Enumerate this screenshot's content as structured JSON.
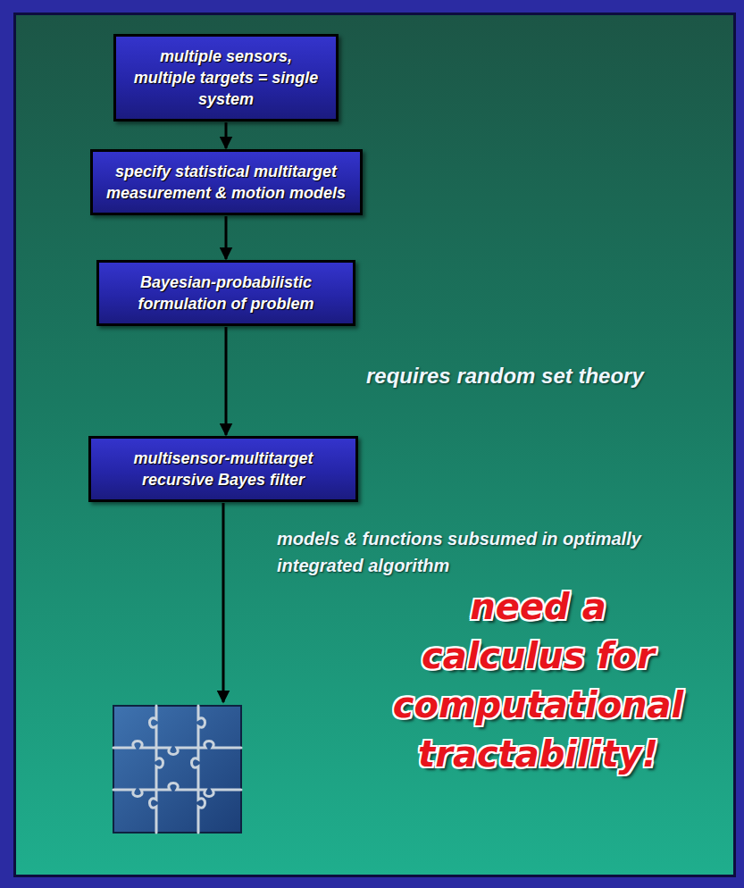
{
  "diagram": {
    "nodes": [
      {
        "text": [
          "multiple sensors, multiple targets = single system"
        ]
      },
      {
        "text": [
          "specify statistical multitarget measurement & motion models"
        ]
      },
      {
        "text": [
          "Bayesian-probabilistic formulation of problem"
        ]
      },
      {
        "text": [
          "multisensor-multitarget recursive Bayes filter"
        ]
      }
    ],
    "edges": [
      {
        "from": 0,
        "to": 1,
        "arrow": "to"
      },
      {
        "from": 1,
        "to": 2,
        "arrow": "to"
      },
      {
        "from": 2,
        "to": 3,
        "label": "requires random set theory",
        "arrow": "to"
      }
    ],
    "labels": [
      "models & functions subsumed in optimally integrated algorithm",
      "need a calculus for computational tractability!"
    ]
  }
}
